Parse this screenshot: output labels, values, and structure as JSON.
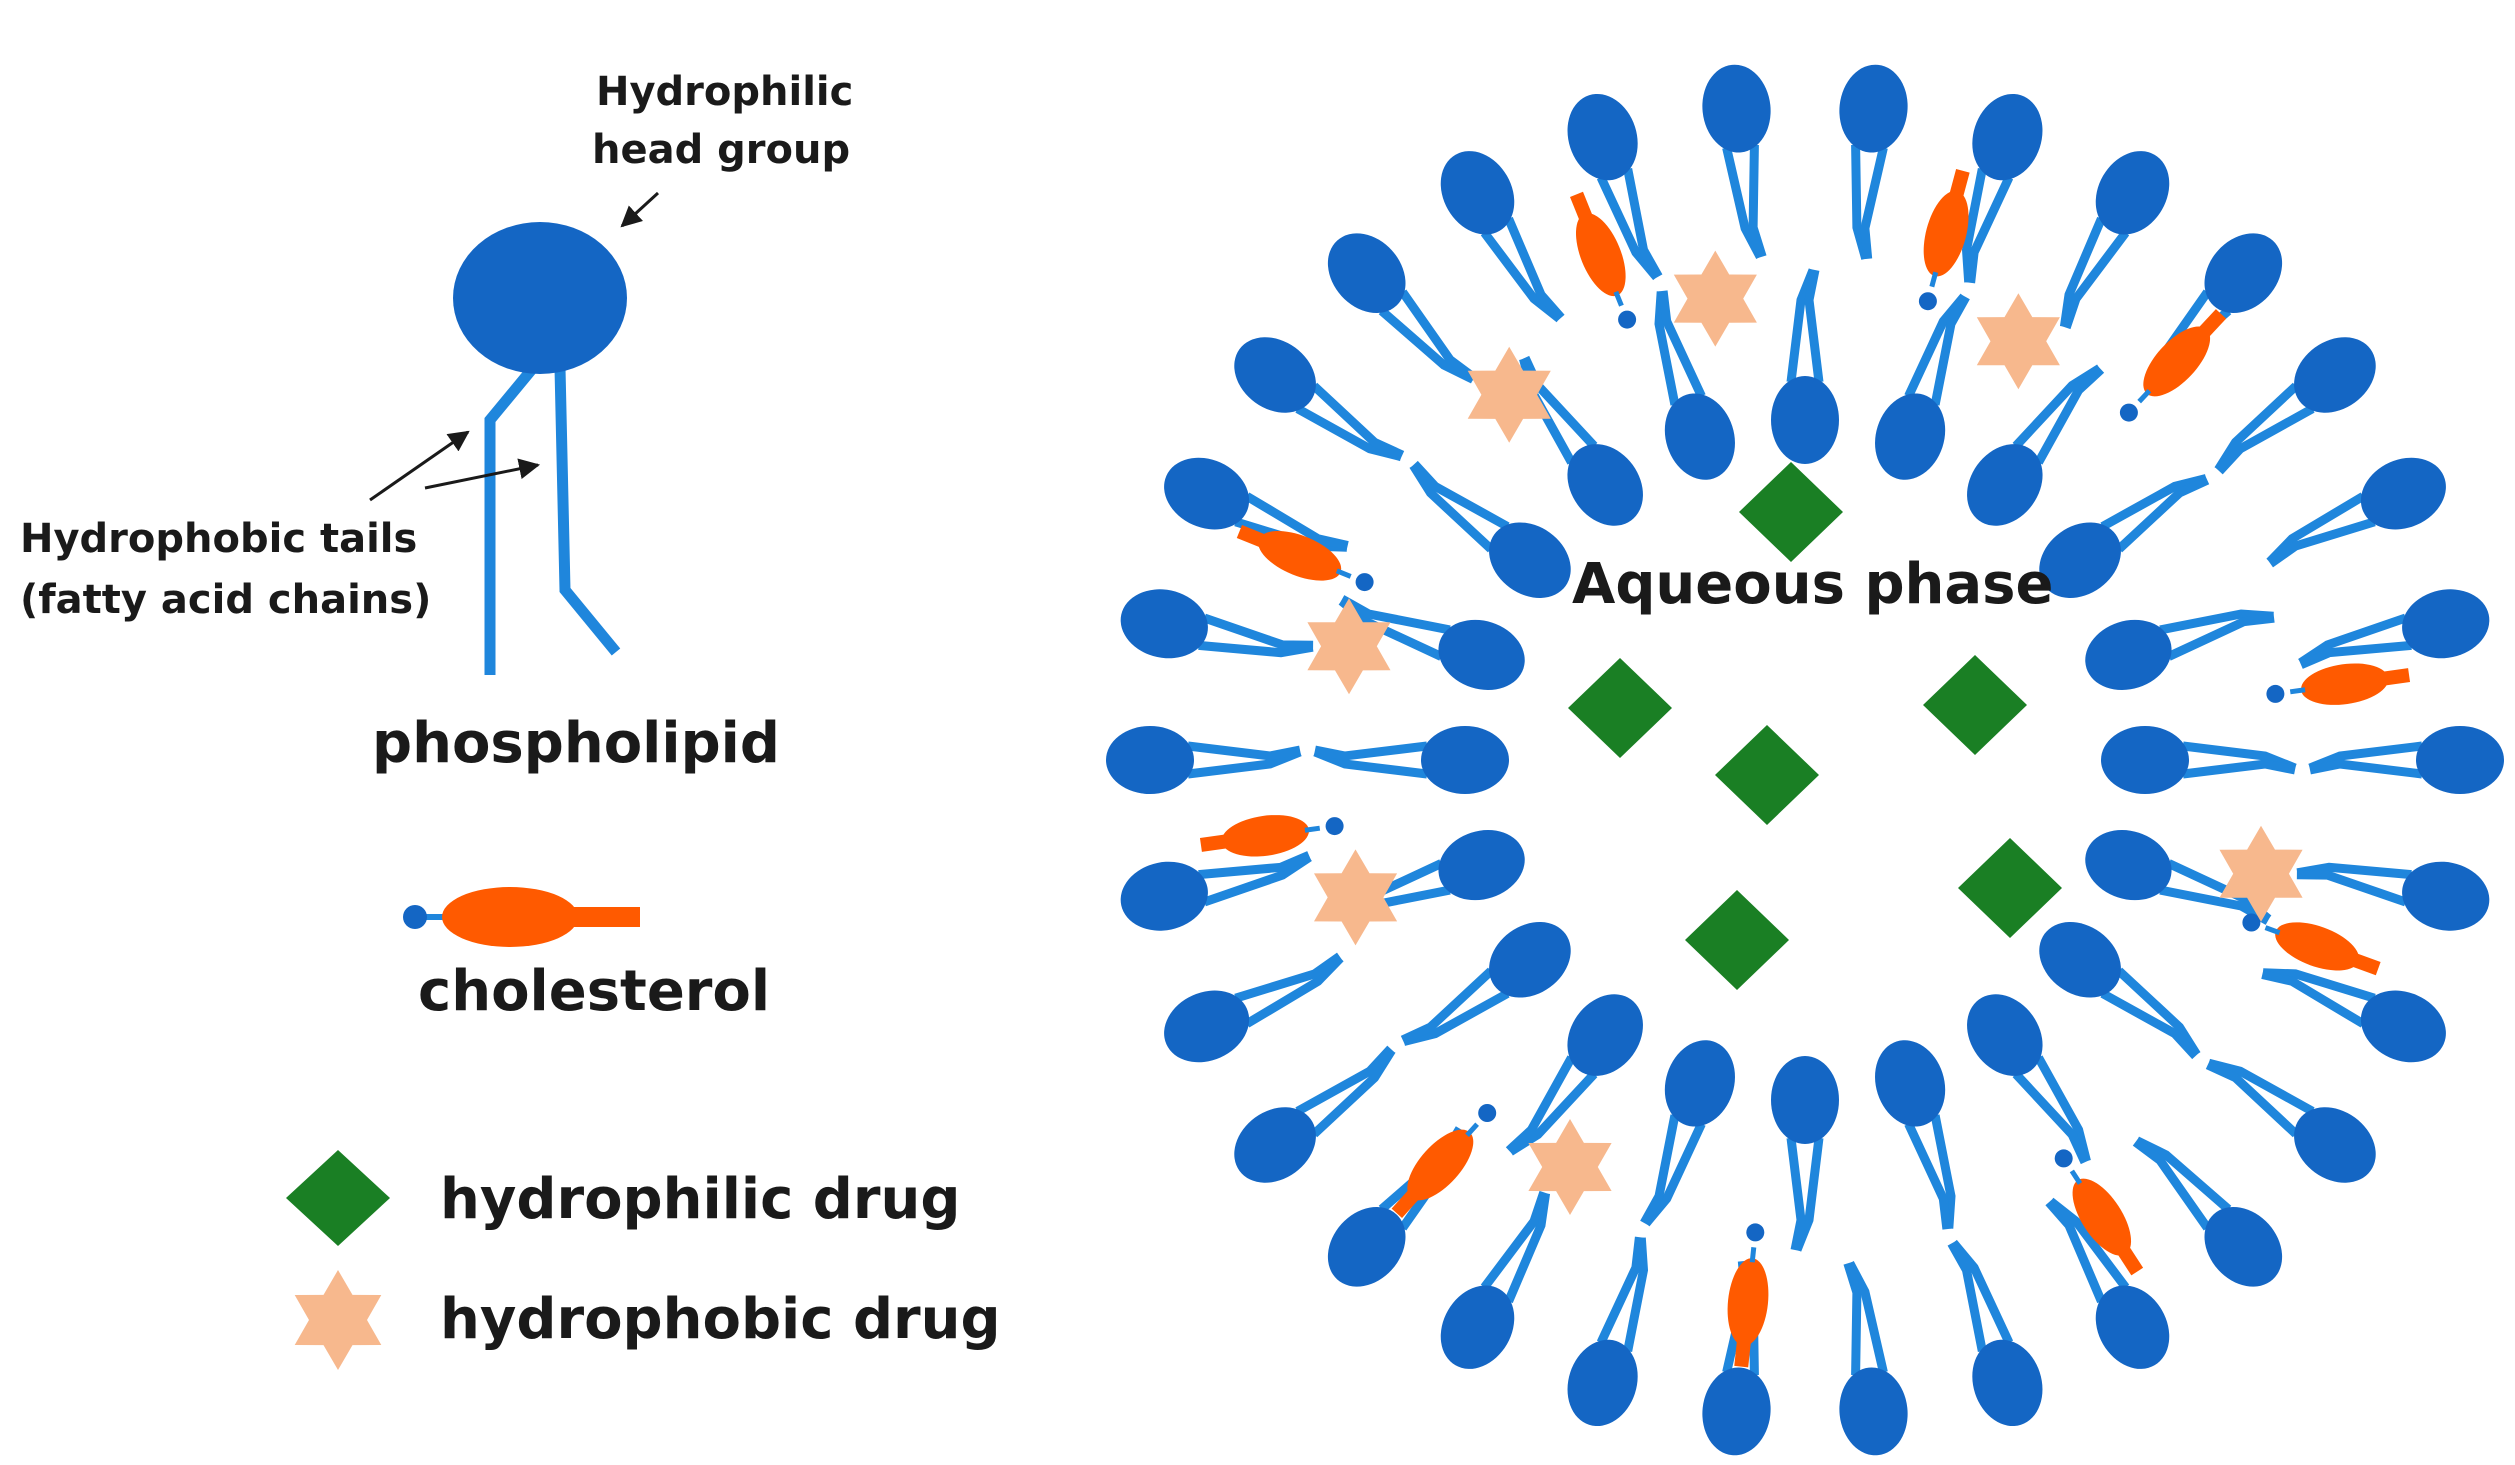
{
  "labels": {
    "head_group_line1": "Hydrophilic",
    "head_group_line2": "head group",
    "tails_line1": "Hydrophobic tails",
    "tails_line2": "(fatty acid chains)",
    "phospholipid": "phospholipid",
    "cholesterol": "cholesterol",
    "aqueous_phase": "Aqueous phase"
  },
  "legend": [
    {
      "symbol": "green-diamond",
      "label": "hydrophilic drug"
    },
    {
      "symbol": "peach-star",
      "label": "hydrophobic drug"
    }
  ],
  "colors": {
    "phospholipid": "#1466c4",
    "phospholipid_tail": "#1f86dc",
    "cholesterol": "#ff5a00",
    "hydrophilic_drug": "#1a7f24",
    "hydrophobic_drug": "#f7b88d",
    "text": "#1a1a1a"
  },
  "liposome": {
    "outer_phospholipid_count": 30,
    "inner_phospholipid_count": 20,
    "cholesterol_count": 10,
    "hydrophilic_drug_count": 6,
    "hydrophobic_drug_count": 7
  }
}
